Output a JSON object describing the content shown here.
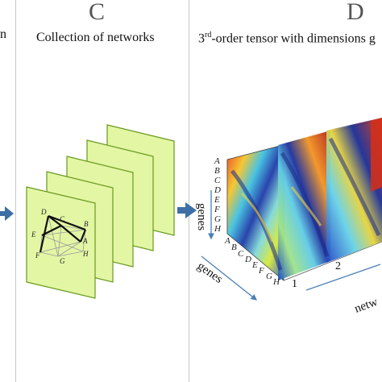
{
  "panels": {
    "left_letter": "n",
    "c": {
      "letter": "C",
      "subtitle": "Collection of networks"
    },
    "d": {
      "letter": "D",
      "subtitle_main": "3",
      "subtitle_sup": "rd",
      "subtitle_rest": "-order tensor with dimensions g"
    }
  },
  "network": {
    "nodes": [
      "A",
      "B",
      "C",
      "D",
      "E",
      "F",
      "G",
      "H"
    ]
  },
  "tensor": {
    "row_labels": [
      "A",
      "B",
      "C",
      "D",
      "E",
      "F",
      "G",
      "H"
    ],
    "col_labels": [
      "A",
      "B",
      "C",
      "D",
      "E",
      "F",
      "G",
      "H"
    ],
    "axis_genes_vertical": "genes",
    "axis_genes_diagonal": "genes",
    "axis_networks": "netw",
    "slice_indices": [
      "1",
      "2"
    ]
  },
  "colors": {
    "sheet_fill": "#e3f6a4",
    "sheet_stroke": "#6a9a1e",
    "arrow": "#3d6fa6",
    "divider": "#c8c8c8"
  }
}
